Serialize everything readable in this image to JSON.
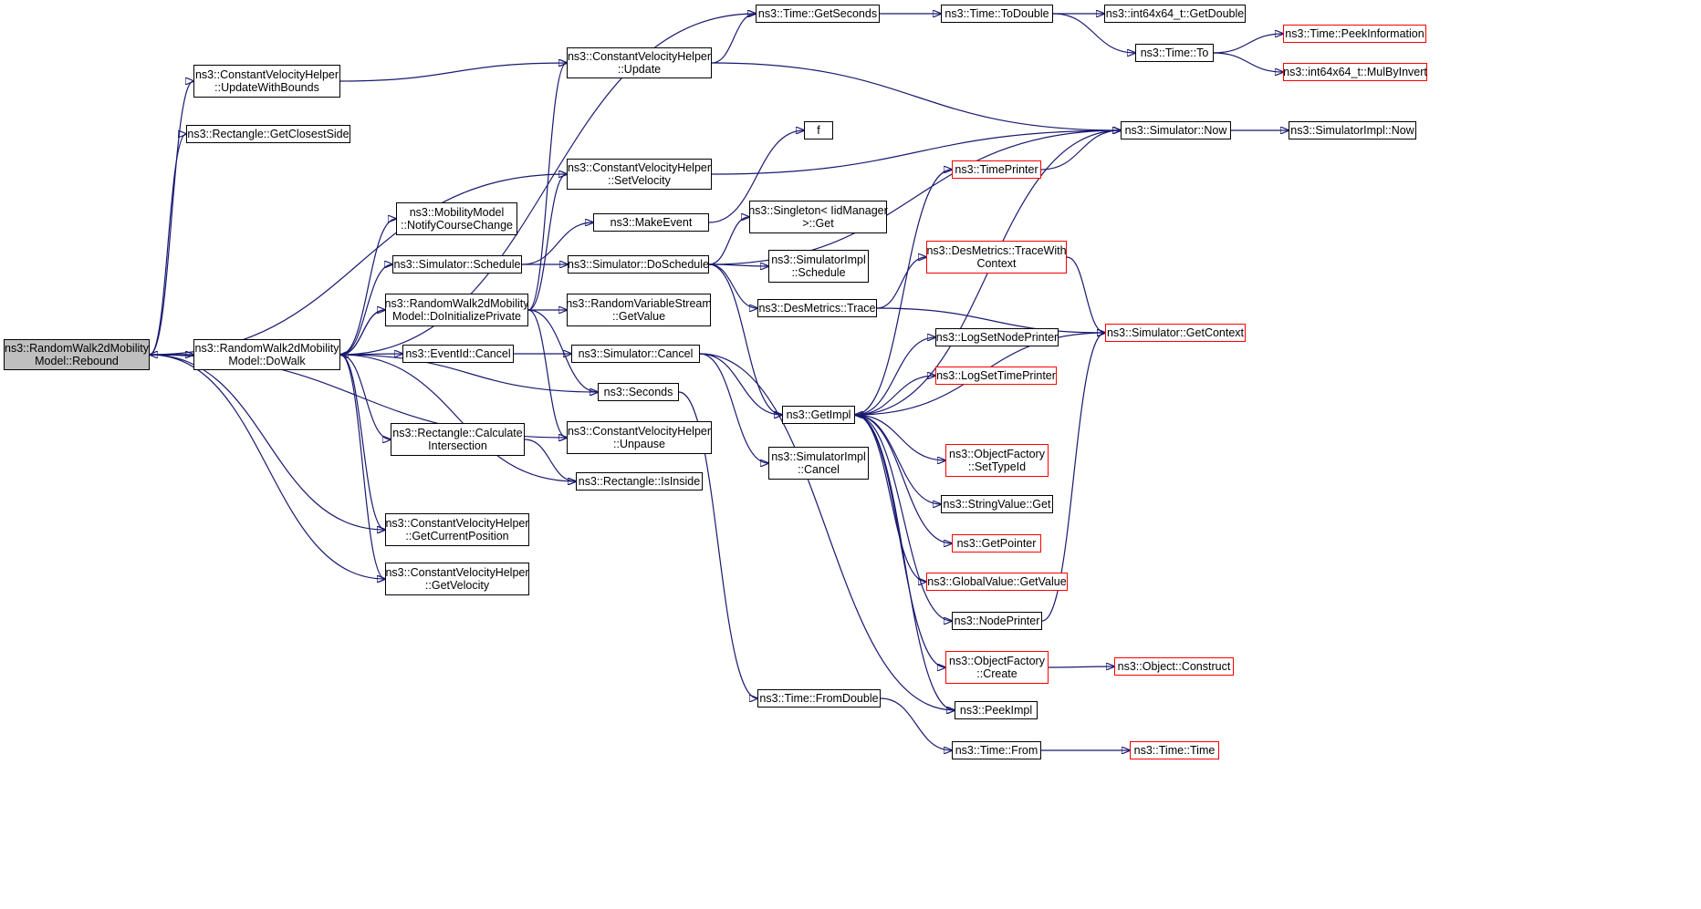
{
  "graph": {
    "nodes": [
      {
        "id": "rebound",
        "label": "ns3::RandomWalk2dMobility\nModel::Rebound",
        "root": true
      },
      {
        "id": "dowalk",
        "label": "ns3::RandomWalk2dMobility\nModel::DoWalk"
      },
      {
        "id": "cvh_updatewithbounds",
        "label": "ns3::ConstantVelocityHelper\n::UpdateWithBounds"
      },
      {
        "id": "rect_getclosestside",
        "label": "ns3::Rectangle::GetClosestSide"
      },
      {
        "id": "mm_notifycoursechange",
        "label": "ns3::MobilityModel\n::NotifyCourseChange"
      },
      {
        "id": "sim_schedule",
        "label": "ns3::Simulator::Schedule"
      },
      {
        "id": "rw_doinitprivate",
        "label": "ns3::RandomWalk2dMobility\nModel::DoInitializePrivate"
      },
      {
        "id": "eventid_cancel",
        "label": "ns3::EventId::Cancel"
      },
      {
        "id": "rect_calcintersection",
        "label": "ns3::Rectangle::Calculate\nIntersection"
      },
      {
        "id": "cvh_getcurrentposition",
        "label": "ns3::ConstantVelocityHelper\n::GetCurrentPosition"
      },
      {
        "id": "cvh_getvelocity",
        "label": "ns3::ConstantVelocityHelper\n::GetVelocity"
      },
      {
        "id": "cvh_update",
        "label": "ns3::ConstantVelocityHelper\n::Update"
      },
      {
        "id": "cvh_setvelocity",
        "label": "ns3::ConstantVelocityHelper\n::SetVelocity"
      },
      {
        "id": "makeevent",
        "label": "ns3::MakeEvent"
      },
      {
        "id": "sim_doschedule",
        "label": "ns3::Simulator::DoSchedule"
      },
      {
        "id": "rvs_getvalue",
        "label": "ns3::RandomVariableStream\n::GetValue"
      },
      {
        "id": "sim_cancel",
        "label": "ns3::Simulator::Cancel"
      },
      {
        "id": "seconds",
        "label": "ns3::Seconds"
      },
      {
        "id": "cvh_unpause",
        "label": "ns3::ConstantVelocityHelper\n::Unpause"
      },
      {
        "id": "rect_isinside",
        "label": "ns3::Rectangle::IsInside"
      },
      {
        "id": "time_getseconds",
        "label": "ns3::Time::GetSeconds"
      },
      {
        "id": "f",
        "label": "f"
      },
      {
        "id": "singleton_get",
        "label": "ns3::Singleton< IidManager\n>::Get"
      },
      {
        "id": "simimpl_schedule",
        "label": "ns3::SimulatorImpl\n::Schedule"
      },
      {
        "id": "desmetrics_trace",
        "label": "ns3::DesMetrics::Trace"
      },
      {
        "id": "getimpl",
        "label": "ns3::GetImpl"
      },
      {
        "id": "simimpl_cancel",
        "label": "ns3::SimulatorImpl\n::Cancel"
      },
      {
        "id": "time_fromdouble",
        "label": "ns3::Time::FromDouble"
      },
      {
        "id": "time_todouble",
        "label": "ns3::Time::ToDouble"
      },
      {
        "id": "time_to",
        "label": "ns3::Time::To"
      },
      {
        "id": "sim_now",
        "label": "ns3::Simulator::Now"
      },
      {
        "id": "timeprinter",
        "label": "ns3::TimePrinter",
        "truncated": true
      },
      {
        "id": "desmetrics_tracewithcontext",
        "label": "ns3::DesMetrics::TraceWith\nContext",
        "truncated": true
      },
      {
        "id": "logsetnodeprinter",
        "label": "ns3::LogSetNodePrinter"
      },
      {
        "id": "logsettimeprinter",
        "label": "ns3::LogSetTimePrinter",
        "truncated": true
      },
      {
        "id": "objfactory_settypeid",
        "label": "ns3::ObjectFactory\n::SetTypeId",
        "truncated": true
      },
      {
        "id": "stringvalue_get",
        "label": "ns3::StringValue::Get"
      },
      {
        "id": "getpointer",
        "label": "ns3::GetPointer",
        "truncated": true
      },
      {
        "id": "globalvalue_getvalue",
        "label": "ns3::GlobalValue::GetValue",
        "truncated": true
      },
      {
        "id": "nodeprinter",
        "label": "ns3::NodePrinter"
      },
      {
        "id": "objfactory_create",
        "label": "ns3::ObjectFactory\n::Create",
        "truncated": true
      },
      {
        "id": "peekimpl",
        "label": "ns3::PeekImpl"
      },
      {
        "id": "time_from",
        "label": "ns3::Time::From"
      },
      {
        "id": "int64_getdouble",
        "label": "ns3::int64x64_t::GetDouble"
      },
      {
        "id": "time_peekinformation",
        "label": "ns3::Time::PeekInformation",
        "truncated": true
      },
      {
        "id": "int64_mulbyinvert",
        "label": "ns3::int64x64_t::MulByInvert",
        "truncated": true
      },
      {
        "id": "simimpl_now",
        "label": "ns3::SimulatorImpl::Now"
      },
      {
        "id": "sim_getcontext",
        "label": "ns3::Simulator::GetContext",
        "truncated": true
      },
      {
        "id": "object_construct",
        "label": "ns3::Object::Construct",
        "truncated": true
      },
      {
        "id": "time_time",
        "label": "ns3::Time::Time",
        "truncated": true
      }
    ],
    "edges": [
      [
        "rebound",
        "dowalk"
      ],
      [
        "dowalk",
        "rebound"
      ],
      [
        "rebound",
        "cvh_updatewithbounds"
      ],
      [
        "rebound",
        "rect_getclosestside"
      ],
      [
        "rebound",
        "cvh_setvelocity"
      ],
      [
        "rebound",
        "cvh_getcurrentposition"
      ],
      [
        "rebound",
        "cvh_getvelocity"
      ],
      [
        "rebound",
        "cvh_unpause"
      ],
      [
        "dowalk",
        "time_getseconds"
      ],
      [
        "dowalk",
        "mm_notifycoursechange"
      ],
      [
        "dowalk",
        "sim_schedule"
      ],
      [
        "dowalk",
        "rw_doinitprivate"
      ],
      [
        "dowalk",
        "eventid_cancel"
      ],
      [
        "dowalk",
        "seconds"
      ],
      [
        "dowalk",
        "rect_calcintersection"
      ],
      [
        "dowalk",
        "rect_isinside"
      ],
      [
        "dowalk",
        "cvh_getcurrentposition"
      ],
      [
        "dowalk",
        "cvh_getvelocity"
      ],
      [
        "cvh_updatewithbounds",
        "cvh_update"
      ],
      [
        "sim_schedule",
        "makeevent"
      ],
      [
        "sim_schedule",
        "sim_doschedule"
      ],
      [
        "rw_doinitprivate",
        "dowalk"
      ],
      [
        "rw_doinitprivate",
        "cvh_update"
      ],
      [
        "rw_doinitprivate",
        "cvh_setvelocity"
      ],
      [
        "rw_doinitprivate",
        "rvs_getvalue"
      ],
      [
        "rw_doinitprivate",
        "seconds"
      ],
      [
        "rw_doinitprivate",
        "cvh_unpause"
      ],
      [
        "eventid_cancel",
        "sim_cancel"
      ],
      [
        "rect_calcintersection",
        "rect_isinside"
      ],
      [
        "cvh_update",
        "time_getseconds"
      ],
      [
        "cvh_update",
        "sim_now"
      ],
      [
        "cvh_setvelocity",
        "sim_now"
      ],
      [
        "makeevent",
        "f"
      ],
      [
        "sim_doschedule",
        "singleton_get"
      ],
      [
        "sim_doschedule",
        "simimpl_schedule"
      ],
      [
        "sim_doschedule",
        "desmetrics_trace"
      ],
      [
        "sim_doschedule",
        "getimpl"
      ],
      [
        "sim_doschedule",
        "sim_now"
      ],
      [
        "sim_cancel",
        "getimpl"
      ],
      [
        "sim_cancel",
        "simimpl_cancel"
      ],
      [
        "sim_cancel",
        "peekimpl"
      ],
      [
        "seconds",
        "time_fromdouble"
      ],
      [
        "time_getseconds",
        "time_todouble"
      ],
      [
        "time_todouble",
        "int64_getdouble"
      ],
      [
        "time_todouble",
        "time_to"
      ],
      [
        "time_to",
        "time_peekinformation"
      ],
      [
        "time_to",
        "int64_mulbyinvert"
      ],
      [
        "desmetrics_trace",
        "desmetrics_tracewithcontext"
      ],
      [
        "desmetrics_trace",
        "sim_getcontext"
      ],
      [
        "desmetrics_tracewithcontext",
        "sim_getcontext"
      ],
      [
        "getimpl",
        "timeprinter"
      ],
      [
        "getimpl",
        "logsetnodeprinter"
      ],
      [
        "getimpl",
        "logsettimeprinter"
      ],
      [
        "getimpl",
        "objfactory_settypeid"
      ],
      [
        "getimpl",
        "stringvalue_get"
      ],
      [
        "getimpl",
        "getpointer"
      ],
      [
        "getimpl",
        "globalvalue_getvalue"
      ],
      [
        "getimpl",
        "nodeprinter"
      ],
      [
        "getimpl",
        "objfactory_create"
      ],
      [
        "getimpl",
        "peekimpl"
      ],
      [
        "timeprinter",
        "sim_now"
      ],
      [
        "sim_now",
        "getimpl"
      ],
      [
        "sim_now",
        "simimpl_now"
      ],
      [
        "sim_getcontext",
        "getimpl"
      ],
      [
        "nodeprinter",
        "sim_getcontext"
      ],
      [
        "objfactory_create",
        "object_construct"
      ],
      [
        "time_fromdouble",
        "time_from"
      ],
      [
        "time_from",
        "time_time"
      ]
    ]
  }
}
